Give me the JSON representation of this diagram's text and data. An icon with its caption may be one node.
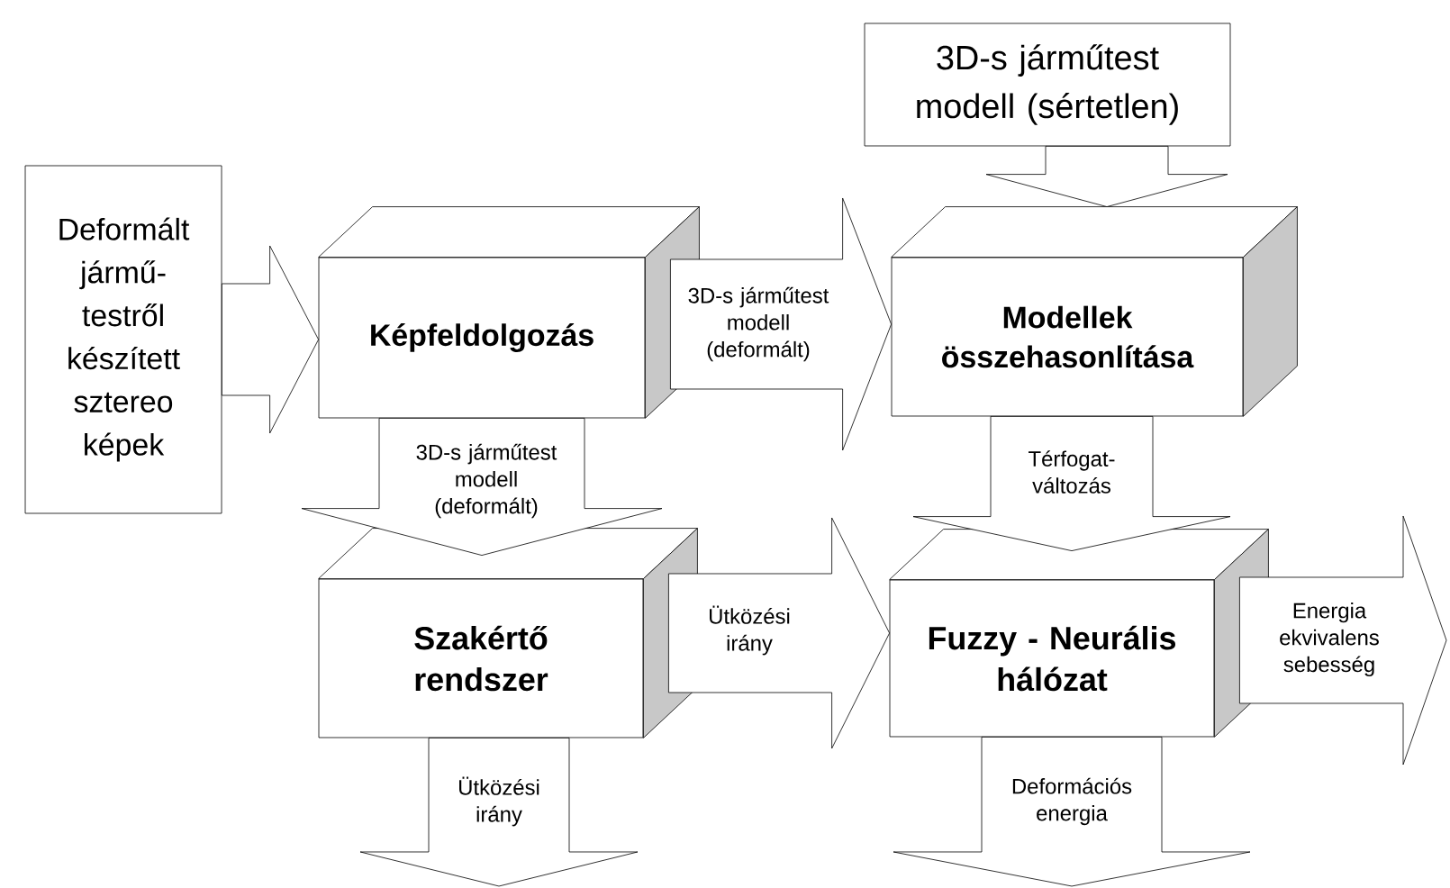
{
  "diagram": {
    "nodes": [
      {
        "text": [
          "Deformált jármű-testről készített sztereo képek"
        ]
      },
      {
        "text": [
          "3D-s járműtest modell (sértetlen)"
        ]
      },
      {
        "text": [
          "Képfeldolgozás"
        ]
      },
      {
        "text": [
          "Modellek összehasonlítása"
        ]
      },
      {
        "text": [
          "Szakértő rendszer"
        ]
      },
      {
        "text": [
          "Fuzzy - Neurális hálózat"
        ]
      }
    ],
    "edges": [
      {
        "from": 0,
        "to": 2,
        "arrow": "to"
      },
      {
        "from": 1,
        "to": 3,
        "arrow": "to"
      },
      {
        "from": 2,
        "to": 3,
        "arrow": "to",
        "label": "3D-s járműtest modell (deformált)"
      },
      {
        "from": 2,
        "to": 4,
        "arrow": "to",
        "label": "3D-s járműtest modell (deformált)"
      },
      {
        "from": 3,
        "to": 5,
        "arrow": "to",
        "label": "Térfogat-változás"
      },
      {
        "from": 4,
        "to": 5,
        "arrow": "to",
        "label": "Ütközési irány"
      },
      {
        "from": 5,
        "to": null,
        "arrow": "to",
        "label": "Energia ekvivalens sebesség"
      },
      {
        "from": 4,
        "to": null,
        "arrow": "to",
        "label": "Ütközési irány"
      },
      {
        "from": 5,
        "to": null,
        "arrow": "to",
        "label": "Deformációs energia"
      }
    ]
  }
}
